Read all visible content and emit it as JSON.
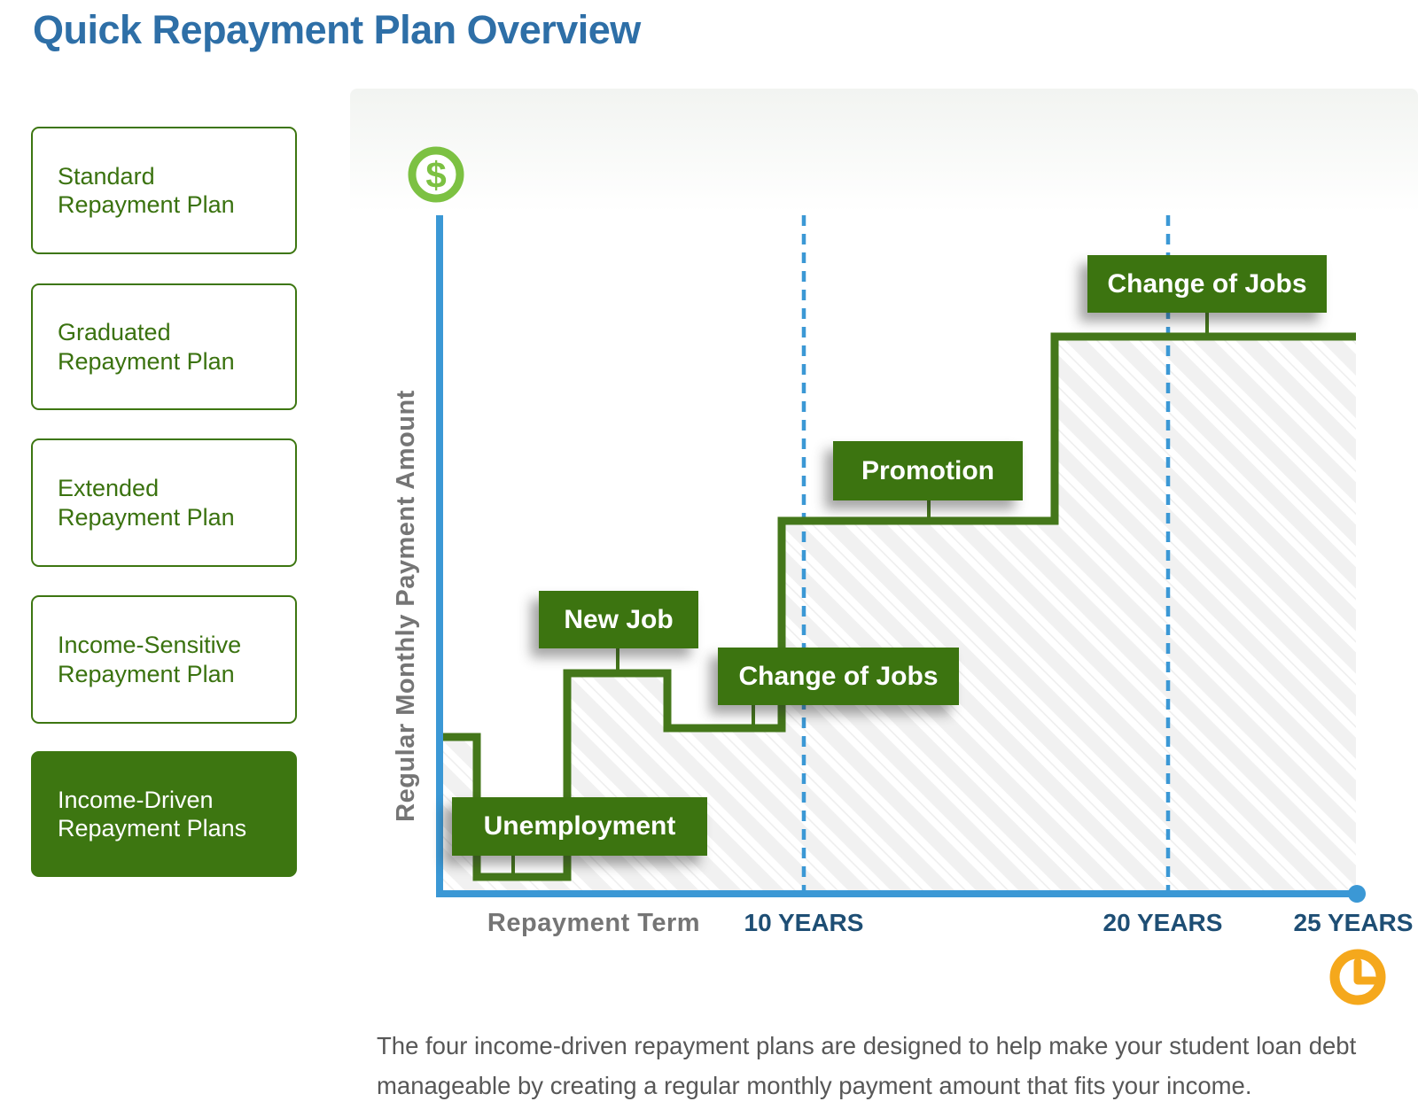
{
  "title": "Quick Repayment Plan Overview",
  "sidebar": {
    "items": [
      {
        "label": "Standard Repayment Plan",
        "selected": false
      },
      {
        "label": "Graduated Repayment Plan",
        "selected": false
      },
      {
        "label": "Extended Repayment Plan",
        "selected": false
      },
      {
        "label": "Income-Sensitive Repayment Plan",
        "selected": false
      },
      {
        "label": "Income-Driven Repayment Plans",
        "selected": true
      }
    ]
  },
  "chart": {
    "y_axis_label": "Regular Monthly Payment Amount",
    "x_axis_label": "Repayment Term",
    "ticks": [
      {
        "label": "10 YEARS"
      },
      {
        "label": "20 YEARS"
      },
      {
        "label": "25 YEARS"
      }
    ],
    "events": [
      {
        "label": "Unemployment"
      },
      {
        "label": "New Job"
      },
      {
        "label": "Change of Jobs"
      },
      {
        "label": "Promotion"
      },
      {
        "label": "Change of Jobs"
      }
    ],
    "dollar_icon_symbol": "$"
  },
  "footer": {
    "text": "The four income-driven repayment plans are designed to help make your student loan debt manageable by creating a regular monthly payment amount that fits your income."
  },
  "colors": {
    "title_blue": "#2E6FA7",
    "axis_blue": "#3B98D5",
    "label_green": "#3C7410",
    "line_green": "#44771A",
    "lime_green": "#7CC142",
    "amber": "#F5A81C",
    "tick_navy": "#1E4E74",
    "axis_text_gray": "#757575",
    "footer_gray": "#575757"
  },
  "chart_data": {
    "type": "line",
    "subtype": "step",
    "title": "Income-Driven Repayment Plans payment amount over repayment term",
    "xlabel": "Repayment Term",
    "ylabel": "Regular Monthly Payment Amount",
    "x_unit": "years",
    "x_range_years": [
      0,
      25
    ],
    "x_ticks_years": [
      10,
      20,
      25
    ],
    "y_scale": "relative payment amount 0-100 (axis unlabeled, conceptual)",
    "steps": [
      {
        "from_years": 0,
        "to_years": 1,
        "level": 23,
        "event": null
      },
      {
        "from_years": 1,
        "to_years": 3.5,
        "level": 3,
        "event": "Unemployment"
      },
      {
        "from_years": 3.5,
        "to_years": 6.2,
        "level": 32,
        "event": "New Job"
      },
      {
        "from_years": 6.2,
        "to_years": 9.3,
        "level": 24,
        "event": "Change of Jobs"
      },
      {
        "from_years": 9.3,
        "to_years": 16.8,
        "level": 55,
        "event": "Promotion"
      },
      {
        "from_years": 16.8,
        "to_years": 25,
        "level": 82,
        "event": "Change of Jobs"
      }
    ],
    "gridlines": {
      "dashed_vertical_at_years": [
        10,
        20
      ]
    },
    "legend": false,
    "area_fill": "diagonal hatch under step line"
  }
}
